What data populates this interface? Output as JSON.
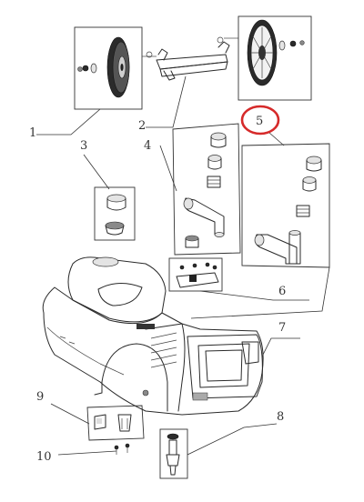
{
  "diagram": {
    "callouts": [
      {
        "id": "1",
        "label": "1"
      },
      {
        "id": "2",
        "label": "2"
      },
      {
        "id": "3",
        "label": "3"
      },
      {
        "id": "4",
        "label": "4"
      },
      {
        "id": "5",
        "label": "5"
      },
      {
        "id": "6",
        "label": "6"
      },
      {
        "id": "7",
        "label": "7"
      },
      {
        "id": "8",
        "label": "8"
      },
      {
        "id": "9",
        "label": "9"
      },
      {
        "id": "10",
        "label": "10"
      }
    ],
    "highlight": {
      "callout": "5",
      "color": "#d62a2a"
    },
    "colors": {
      "line": "#2a2a2a",
      "background": "#ffffff"
    }
  }
}
